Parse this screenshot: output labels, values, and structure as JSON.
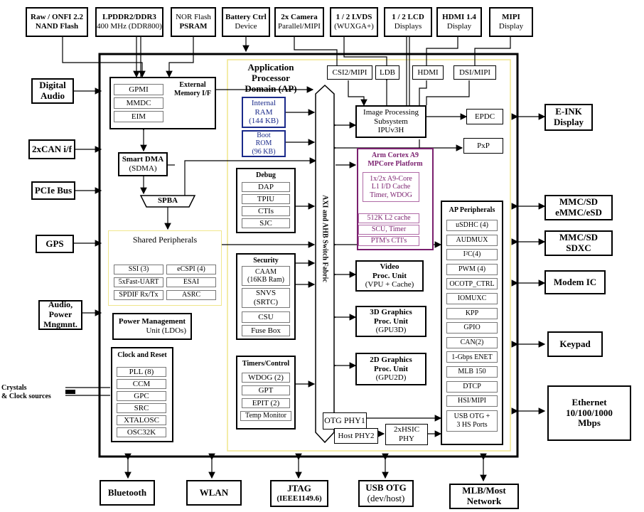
{
  "external": {
    "nand": [
      "Raw / ONFI 2.2",
      "NAND Flash"
    ],
    "lpddr": [
      "LPDDR2/DDR3",
      "400 MHz (DDR800)"
    ],
    "nor": [
      "NOR Flash",
      "PSRAM"
    ],
    "battery": [
      "Battery Ctrl",
      "Device"
    ],
    "camera": [
      "2x Camera",
      "Parallel/MIPI"
    ],
    "lvds": [
      "1 / 2 LVDS",
      "(WUXGA+)"
    ],
    "lcd": [
      "1 / 2 LCD",
      "Displays"
    ],
    "hdmi": [
      "HDMI 1.4",
      "Display"
    ],
    "mipi": [
      "MIPI",
      "Display"
    ],
    "digital_audio": [
      "Digital",
      "Audio"
    ],
    "can": "2xCAN i/f",
    "pcie": "PCIe Bus",
    "gps": "GPS",
    "audio_power": [
      "Audio,",
      "Power",
      "Mngmnt."
    ],
    "crystals": [
      "Crystals",
      "& Clock sources"
    ],
    "eink": [
      "E-INK",
      "Display"
    ],
    "mmc_emmc": [
      "MMC/SD",
      "eMMC/eSD"
    ],
    "mmc_sdxc": [
      "MMC/SD",
      "SDXC"
    ],
    "modem": "Modem IC",
    "keypad": "Keypad",
    "ethernet": [
      "Ethernet",
      "10/100/1000",
      "Mbps"
    ],
    "bluetooth": "Bluetooth",
    "wlan": "WLAN",
    "jtag": [
      "JTAG",
      "(IEEE1149.6)"
    ],
    "usb_otg": [
      "USB OTG",
      "(dev/host)"
    ],
    "mlb": [
      "MLB/Most",
      "Network"
    ]
  },
  "soc": {
    "ap_title": [
      "Application Processor",
      "Domain (AP)"
    ],
    "emi": {
      "title": [
        "External",
        "Memory I/F"
      ],
      "items": [
        "GPMI",
        "MMDC",
        "EIM"
      ]
    },
    "sdma": [
      "Smart DMA",
      "(SDMA)"
    ],
    "spba": "SPBA",
    "shared": {
      "title": "Shared Peripherals",
      "items": [
        "SSI (3)",
        "eCSPI (4)",
        "5xFast-UART",
        "ESAI",
        "SPDIF Rx/Tx",
        "ASRC"
      ]
    },
    "power": [
      "Power Management",
      "Unit (LDOs)"
    ],
    "clock": {
      "title": "Clock and Reset",
      "items": [
        "PLL (8)",
        "CCM",
        "GPC",
        "SRC",
        "XTALOSC",
        "OSC32K"
      ]
    },
    "iram": [
      "Internal",
      "RAM",
      "(144 KB)"
    ],
    "brom": [
      "Boot",
      "ROM",
      "(96 KB)"
    ],
    "debug": {
      "title": "Debug",
      "items": [
        "DAP",
        "TPIU",
        "CTIs",
        "SJC"
      ]
    },
    "security": {
      "title": "Security",
      "items": [
        "CAAM\n(16KB Ram)",
        "SNVS\n(SRTC)",
        "CSU",
        "Fuse Box"
      ]
    },
    "timers": {
      "title": "Timers/Control",
      "items": [
        "WDOG (2)",
        "GPT",
        "EPIT (2)",
        "Temp Monitor"
      ]
    },
    "fabric": "AXI and AHB Switch Fabric",
    "csi": "CSI2/MIPI",
    "ldb": "LDB",
    "hdmi_ip": "HDMI",
    "dsi": "DSI/MIPI",
    "ipu": [
      "Image Processing",
      "Subsystem",
      "IPUv3H"
    ],
    "epdc": "EPDC",
    "pxp": "PxP",
    "arm": {
      "title": [
        "Arm Cortex A9",
        "MPCore Platform"
      ],
      "core": [
        "1x/2x A9-Core",
        "L1 I/D Cache",
        "Timer, WDOG"
      ],
      "items": [
        "512K L2 cache",
        "SCU, Timer",
        "PTM's CTI's"
      ]
    },
    "vpu": [
      "Video",
      "Proc. Unit",
      "(VPU + Cache)"
    ],
    "gpu3d": [
      "3D Graphics",
      "Proc. Unit",
      "(GPU3D)"
    ],
    "gpu2d": [
      "2D Graphics",
      "Proc. Unit",
      "(GPU2D)"
    ],
    "otg_phy1": "OTG PHY1",
    "host_phy2": "Host PHY2",
    "hsic": [
      "2xHSIC",
      "PHY"
    ],
    "ap_periph": {
      "title": "AP Peripherals",
      "items": [
        "uSDHC (4)",
        "AUDMUX",
        "I²C(4)",
        "PWM (4)",
        "OCOTP_CTRL",
        "IOMUXC",
        "KPP",
        "GPIO",
        "CAN(2)",
        "1-Gbps ENET",
        "MLB 150",
        "DTCP",
        "HSI/MIPI",
        "USB OTG +\n3 HS Ports"
      ]
    }
  },
  "colors": {
    "ram_border": "#1a2a8a",
    "arm_border": "#7a1f6e",
    "shared_border": "#f0e68c",
    "ap_border": "#f0e68c"
  }
}
